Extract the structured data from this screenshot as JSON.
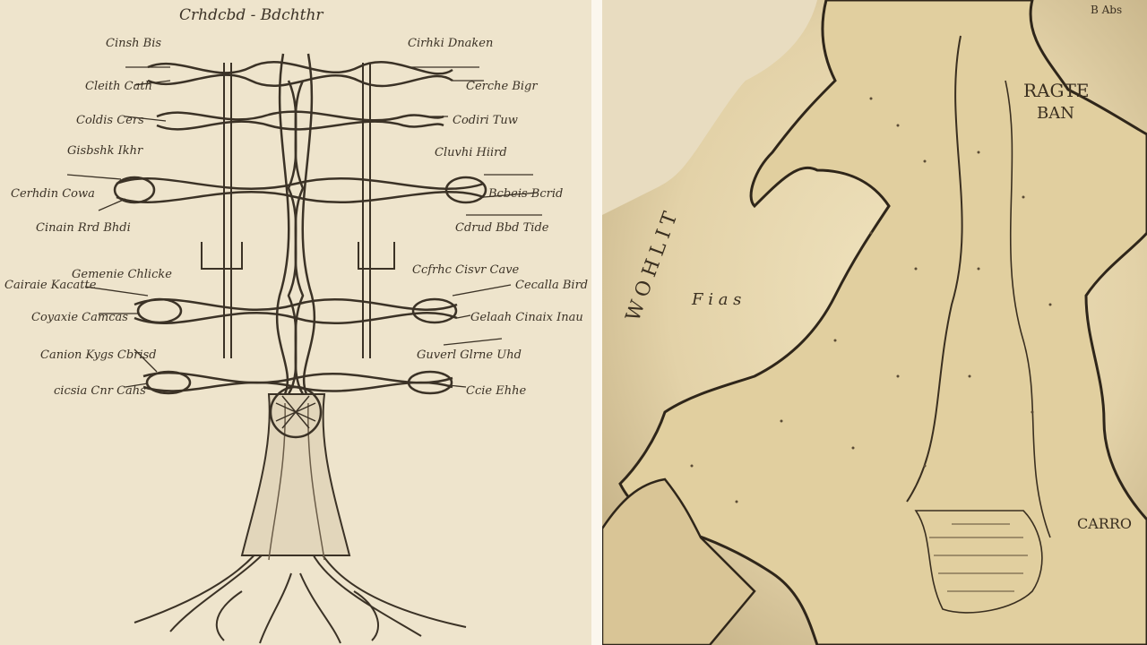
{
  "diagram": {
    "title": "Crhdcbd - Bdchthr",
    "left_labels": [
      "Cinsh Bis",
      "Cleith Cath",
      "Coldis Cers",
      "Gisbshk Ikhr",
      "Cerhdin Cowa",
      "Cinain Rrd Bhdi",
      "Gemenie Chlicke",
      "Cairaie Kacatte",
      "Coyaxie Camcas",
      "Canion Kygs Cbrisd",
      "cicsia Cnr Cahs"
    ],
    "right_labels": [
      "Cirhki Dnaken",
      "Cerche Bigr",
      "Codiri Tuw",
      "Cluvhi Hiird",
      "Bcbeis Bcrid",
      "Cdrud Bbd Tide",
      "Ccfrhc Cisvr Cave",
      "Cecalla Bird",
      "Gelaah Cinaix Inau",
      "Guverl Glrne Uhd",
      "Ccie Ehhe"
    ]
  },
  "map": {
    "title_line1": "RAGTE",
    "title_line2": "BAN",
    "sea_label": "WOHLIT",
    "corner_label": "CARRO",
    "sea_letters": "F  i  a  s",
    "top_right_text": "B  Abs"
  },
  "colors": {
    "ink": "#3b3226",
    "parchment": "#eee4cc",
    "map_paper": "#e6d6ae",
    "map_sea": "#e8dcc0"
  }
}
